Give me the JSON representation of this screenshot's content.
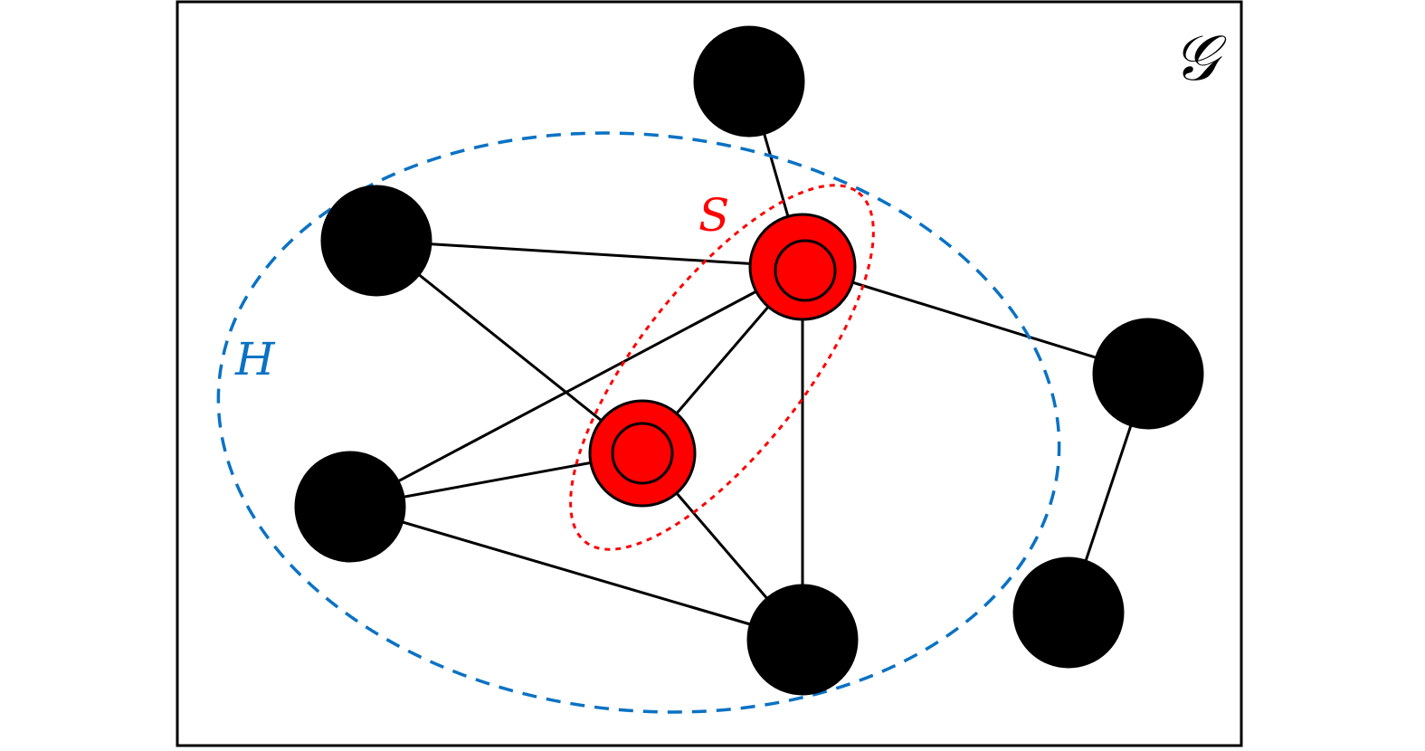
{
  "labels": {
    "graph": "𝒢",
    "subgraph": "H",
    "set": "S"
  },
  "colors": {
    "node": "#000000",
    "selected_node": "#ff0000",
    "subgraph_outline": "#0a72c4",
    "set_outline": "#ff0000",
    "edge": "#000000"
  },
  "nodes": [
    {
      "id": "top",
      "selected": false
    },
    {
      "id": "upper-left",
      "selected": false
    },
    {
      "id": "s1",
      "selected": true
    },
    {
      "id": "right",
      "selected": false
    },
    {
      "id": "s2",
      "selected": true
    },
    {
      "id": "left",
      "selected": false
    },
    {
      "id": "bottom",
      "selected": false
    },
    {
      "id": "bottom-right",
      "selected": false
    }
  ],
  "edges": [
    [
      "top",
      "s1"
    ],
    [
      "upper-left",
      "s1"
    ],
    [
      "upper-left",
      "s2"
    ],
    [
      "s1",
      "left"
    ],
    [
      "s1",
      "s2"
    ],
    [
      "s1",
      "right"
    ],
    [
      "s1",
      "bottom"
    ],
    [
      "s2",
      "left"
    ],
    [
      "s2",
      "bottom"
    ],
    [
      "left",
      "bottom"
    ],
    [
      "right",
      "bottom-right"
    ]
  ]
}
